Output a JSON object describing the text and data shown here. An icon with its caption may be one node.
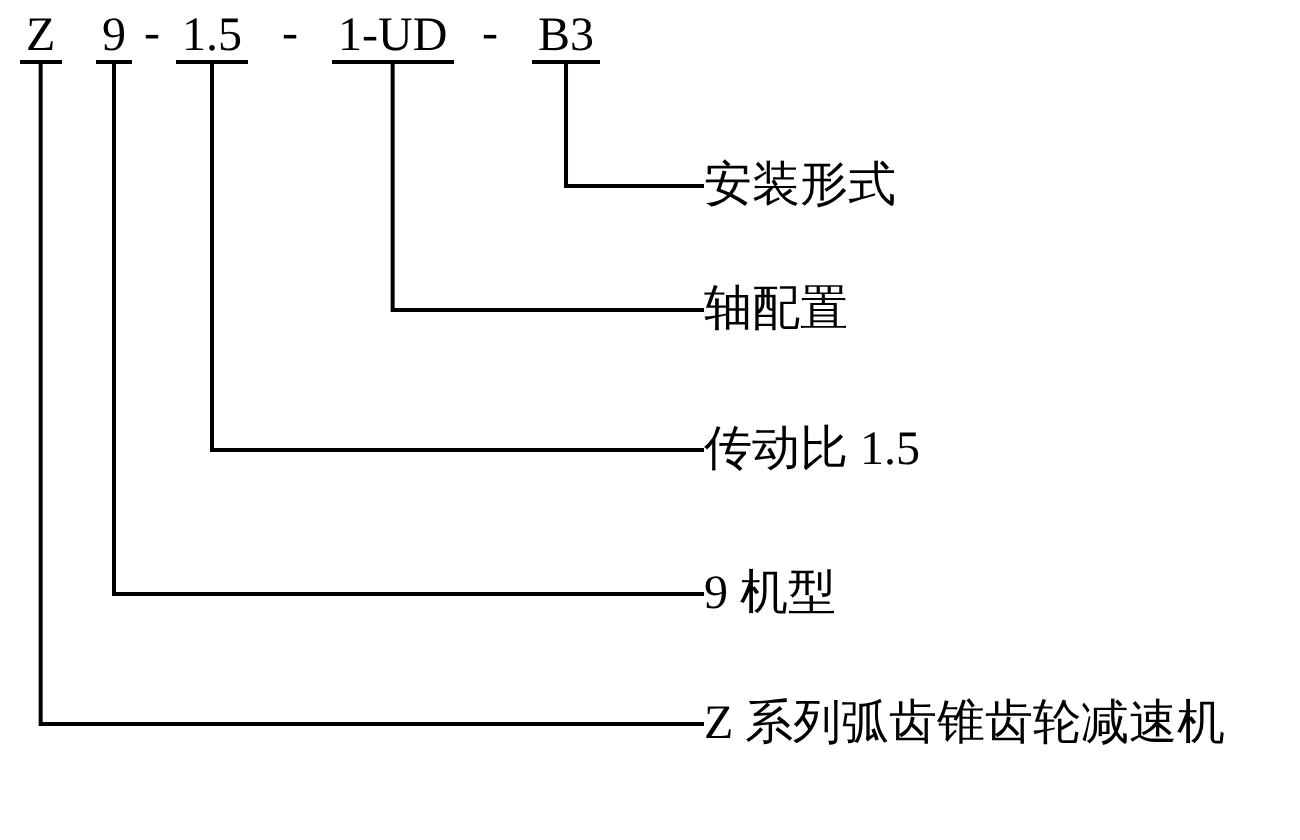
{
  "diagram": {
    "nodes": [
      {
        "text": [
          "Z"
        ]
      },
      {
        "text": [
          "9"
        ]
      },
      {
        "text": [
          "1.5"
        ]
      },
      {
        "text": [
          "1-UD"
        ]
      },
      {
        "text": [
          "B3"
        ]
      },
      {
        "text": [
          "安装形式"
        ]
      },
      {
        "text": [
          "轴配置"
        ]
      },
      {
        "text": [
          "传动比 1.5"
        ]
      },
      {
        "text": [
          "9 机型"
        ]
      },
      {
        "text": [
          "Z 系列弧齿锥齿轮减速机"
        ]
      }
    ],
    "edges": [
      {
        "from": 4,
        "to": 5,
        "arrow": "none"
      },
      {
        "from": 3,
        "to": 6,
        "arrow": "none"
      },
      {
        "from": 2,
        "to": 7,
        "arrow": "none"
      },
      {
        "from": 1,
        "to": 8,
        "arrow": "none"
      },
      {
        "from": 0,
        "to": 9,
        "arrow": "none"
      }
    ],
    "labels": [
      "-",
      "-",
      "-"
    ]
  }
}
